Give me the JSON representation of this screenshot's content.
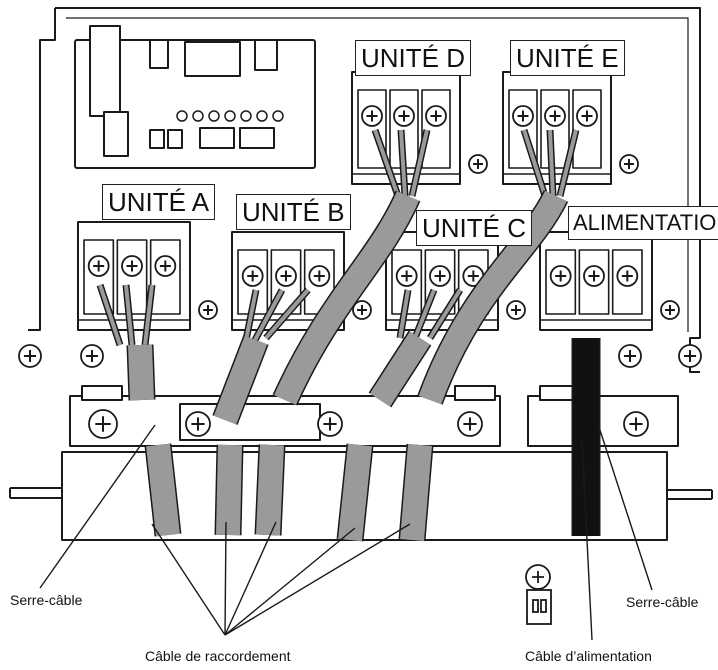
{
  "labels": {
    "unit_a": "UNITÉ A",
    "unit_b": "UNITÉ B",
    "unit_c": "UNITÉ C",
    "unit_d": "UNITÉ D",
    "unit_e": "UNITÉ E",
    "power": "ALIMENTATION"
  },
  "callouts": {
    "cable_clamp_left": "Serre-câble",
    "cable_clamp_right": "Serre-câble",
    "connection_cable": "Câble de raccordement",
    "power_cable": "Câble d’alimentation"
  },
  "colors": {
    "line": "#1a1a1a",
    "cable_gray": "#9a9a9a",
    "power_cable": "#111111",
    "panel": "#ffffff"
  }
}
